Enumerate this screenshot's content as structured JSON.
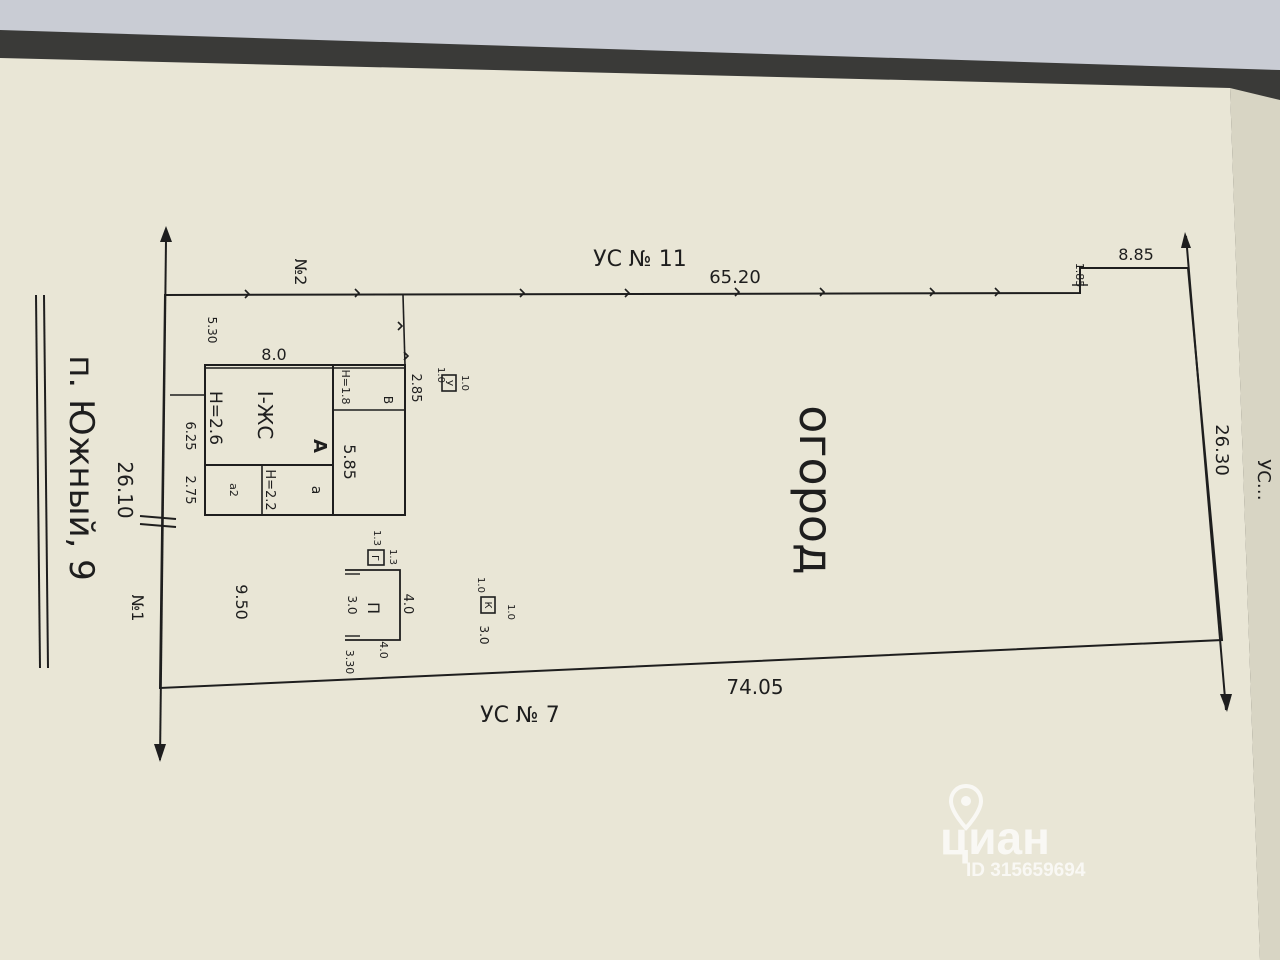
{
  "plan": {
    "address": "п. Южный, 9",
    "garden": "огород",
    "neighbors": {
      "top": "УС № 11",
      "bottom": "УС № 7",
      "right": "УС…"
    },
    "edge_labels": {
      "n2": "№2",
      "n1": "№1"
    },
    "dimensions": {
      "top": "65.20",
      "bottom": "74.05",
      "left": "26.10",
      "right": "26.30",
      "top_right_step": "8.85",
      "step_small": "1.85",
      "front_setback": "5.30",
      "house_length": "8.0",
      "house_width": "5.85",
      "annex_b": "2.85",
      "front_yard": "9.50",
      "left_a": "6.25",
      "left_b": "2.75",
      "outhouse_w": "1.0",
      "outhouse_h": "1.0",
      "shed_small_w": "1.3",
      "shed_small_h": "1.3",
      "barn_w": "4.0",
      "barn_h": "3.0",
      "barn_b": "4.0",
      "barn_c": "3.30",
      "well_w": "1.0",
      "well_h": "1.0",
      "well_c": "3.0"
    },
    "rooms": {
      "house_label": "I-ЖС",
      "house_height": "Н=2.6",
      "letter_a": "А",
      "letter_b": "В",
      "b_height": "Н=1.8",
      "letter_a_small": "а",
      "a_height": "Н=2.2",
      "a2": "а2",
      "outhouse": "У",
      "shed_small": "Г",
      "barn": "П",
      "well": "К"
    }
  },
  "watermark": {
    "brand": "циан",
    "id_text": "ID 315659694"
  },
  "colors": {
    "paper": "#e9e6d6",
    "ink": "#1e1e1e",
    "watermark": "#ffffff"
  }
}
